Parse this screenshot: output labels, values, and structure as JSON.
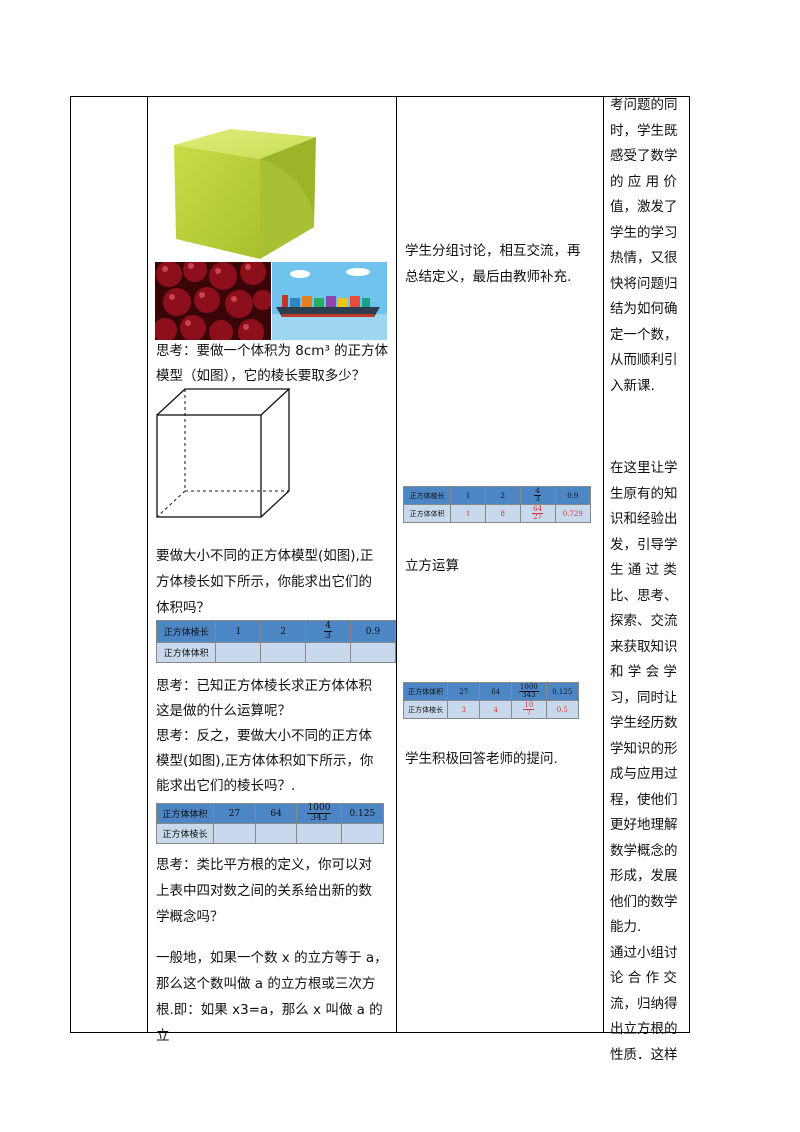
{
  "col2": {
    "think1_line1": "思考：要做一个体积为 8cm³ 的正方体",
    "think1_line2": "模型（如图），它的棱长要取多少？",
    "q2_line1": "要做大小不同的正方体模型(如图),正",
    "q2_line2": "方体棱长如下所示，你能求出它们的",
    "q2_line3": "体积吗？",
    "table1": {
      "row1_label": "正方体棱长",
      "row1_values": [
        "1",
        "2",
        "4/3",
        "0.9"
      ],
      "row2_label": "正方体体积"
    },
    "think2_line1": "思考：已知正方体棱长求正方体体积",
    "think2_line2": "这是做的什么运算呢？",
    "think3_line1": "思考：反之，要做大小不同的正方体",
    "think3_line2": "模型(如图),正方体体积如下所示，你",
    "think3_line3": "能求出它们的棱长吗？.",
    "table2": {
      "row1_label": "正方体体积",
      "row1_values": [
        "27",
        "64",
        "1000/343",
        "0.125"
      ],
      "row2_label": "正方体棱长"
    },
    "think4_line1": "思考：类比平方根的定义，你可以对",
    "think4_line2": "上表中四对数之间的关系给出新的数",
    "think4_line3": "学概念吗？",
    "def_line1": "一般地，如果一个数 x 的立方等于 a，",
    "def_line2": "那么这个数叫做 a 的立方根或三次方",
    "def_line3": "根.即：如果 x3=a，那么 x 叫做 a 的立"
  },
  "col3": {
    "p1_line1": "学生分组讨论，相互交流，再",
    "p1_line2": "总结定义，最后由教师补充.",
    "table3": {
      "row1_label": "正方体棱长",
      "row1_values": [
        "1",
        "2",
        "4/3",
        "0.9"
      ],
      "row2_label": "正方体体积",
      "row2_values": [
        "1",
        "8",
        "64/27",
        "0.729"
      ]
    },
    "p2": "立方运算",
    "table4": {
      "row1_label": "正方体体积",
      "row1_values": [
        "27",
        "64",
        "1000/343",
        "0.125"
      ],
      "row2_label": "正方体棱长",
      "row2_values": [
        "3",
        "4",
        "10/7",
        "0.5"
      ]
    },
    "p3": "学生积极回答老师的提问."
  },
  "col4": {
    "lines": [
      "考问题的同",
      "时，学生既",
      "感受了数学",
      "的 应 用 价",
      "值，激发了",
      "学生的学习",
      "热情，又很",
      "快将问题归",
      "结为如何确",
      "定一个数，",
      "从而顺利引",
      "入新课."
    ],
    "lines2": [
      "在这里让学",
      "生原有的知",
      "识和经验出",
      "发，引导学",
      "生 通 过 类",
      "比、思考、",
      "探索、交流",
      "来获取知识",
      "和 学 会 学",
      "习，同时让",
      "学生经历数",
      "学知识的形",
      "成与应用过",
      "程，使他们",
      "更好地理解",
      "数学概念的",
      "形成，发展",
      "他们的数学",
      "能力.",
      "通过小组讨",
      "论 合 作 交",
      "流，归纳得",
      "出立方根的",
      "性质．这样"
    ]
  },
  "colors": {
    "table_header": "#4d86c4",
    "table_body": "#c8d9ee",
    "cube_green": "#b5cc3a",
    "answer_red": "#e0342c"
  }
}
